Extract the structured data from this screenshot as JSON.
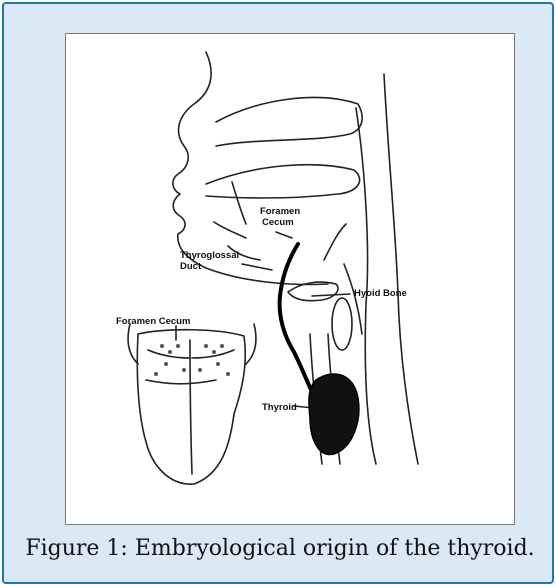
{
  "caption": "Figure 1: Embryological origin of the thyroid.",
  "labels": {
    "foramen_cecum_top": [
      "Foramen",
      "Cecum"
    ],
    "thyroglossal_duct": [
      "Thyroglossal",
      "Duct"
    ],
    "hyoid_bone": "Hyoid Bone",
    "foramen_cecum_tongue": "Foramen Cecum",
    "thyroid": "Thyroid"
  },
  "colors": {
    "panel_background": "#dbe9f7",
    "panel_border": "#1f77b4"
  }
}
